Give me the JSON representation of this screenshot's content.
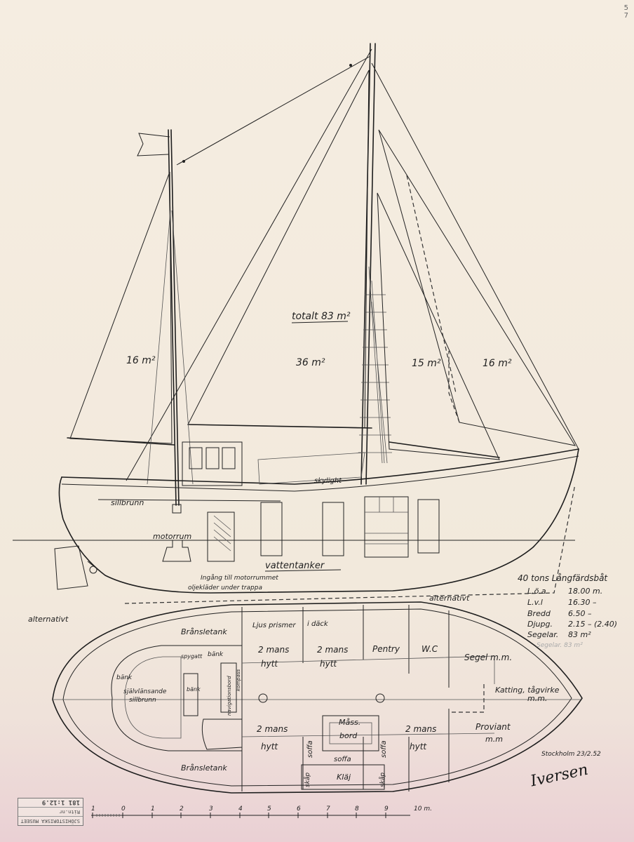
{
  "sheet": {
    "corner_number_top": "5",
    "corner_number_bottom": "7"
  },
  "sail_plan": {
    "total_area": "totalt 83 m²",
    "mizzen_area": "16 m²",
    "main_area": "36 m²",
    "staysail_area": "15 m²",
    "jib_area": "16 m²"
  },
  "profile": {
    "skylight": "skylight",
    "sillbrunn": "sillbrunn",
    "motorrum": "motorrum",
    "vattentanker": "vattentanker",
    "ingang_line1": "Ingång till motorrummet",
    "ingang_line2": "oljekläder under trappa",
    "alternativt_left": "alternativt",
    "alternativt_right": "alternativt"
  },
  "specs": {
    "title": "40 tons Långfärdsbåt",
    "rows": [
      {
        "label": "L.ö.a",
        "value": "18.00 m."
      },
      {
        "label": "L.v.l",
        "value": "16.30 –"
      },
      {
        "label": "Bredd",
        "value": "6.50 –"
      },
      {
        "label": "Djupg.",
        "value": "2.15 – (2.40)"
      },
      {
        "label": "Segelar.",
        "value": "83 m²"
      }
    ],
    "faint_line": "Segelar. 83 m²"
  },
  "plan": {
    "bransletank_top": "Brånsletank",
    "bransletank_bottom": "Brånsletank",
    "bank_left": "bänk",
    "bank_top": "bänk",
    "bank_center": "bänk",
    "spygatt": "spygatt",
    "sjalvlansande_line1": "självlänsande",
    "sjalvlansande_line2": "sillbrunn",
    "navigationsbord": "navigationsbord",
    "kompass": "kompass",
    "ljus_prismer": "Ljus prismer",
    "i_dack": "i däck",
    "hytt_a_line1": "2 mans",
    "hytt_a_line2": "hytt",
    "hytt_b_line1": "2 mans",
    "hytt_b_line2": "hytt",
    "pentry": "Pentry",
    "wc": "W.C",
    "segel": "Segel m.m.",
    "katting_line1": "Katting, tågvirke",
    "katting_line2": "m.m.",
    "hytt_c_line1": "2 mans",
    "hytt_c_line2": "hytt",
    "mass_line1": "Måss.",
    "mass_line2": "bord",
    "soffa_left": "soffa",
    "soffa_right": "soffa",
    "soffa_bottom": "soffa",
    "hytt_d_line1": "2 mans",
    "hytt_d_line2": "hytt",
    "proviant_line1": "Proviant",
    "proviant_line2": "m.m",
    "skap_left": "skåp",
    "skap_right": "skåp",
    "kloj": "Kläj"
  },
  "footer": {
    "place_date": "Stockholm 23/2.52",
    "signature": "Iversen",
    "scale_unit": "10 m.",
    "scale_labels": [
      "1",
      "0",
      "1",
      "2",
      "3",
      "4",
      "5",
      "6",
      "7",
      "8",
      "9",
      "10 m."
    ],
    "stamp_line1": "SJÖHISTORISKA MUSEET",
    "stamp_line2": "Ritn.nr",
    "stamp_number": "181 1:12.9"
  }
}
